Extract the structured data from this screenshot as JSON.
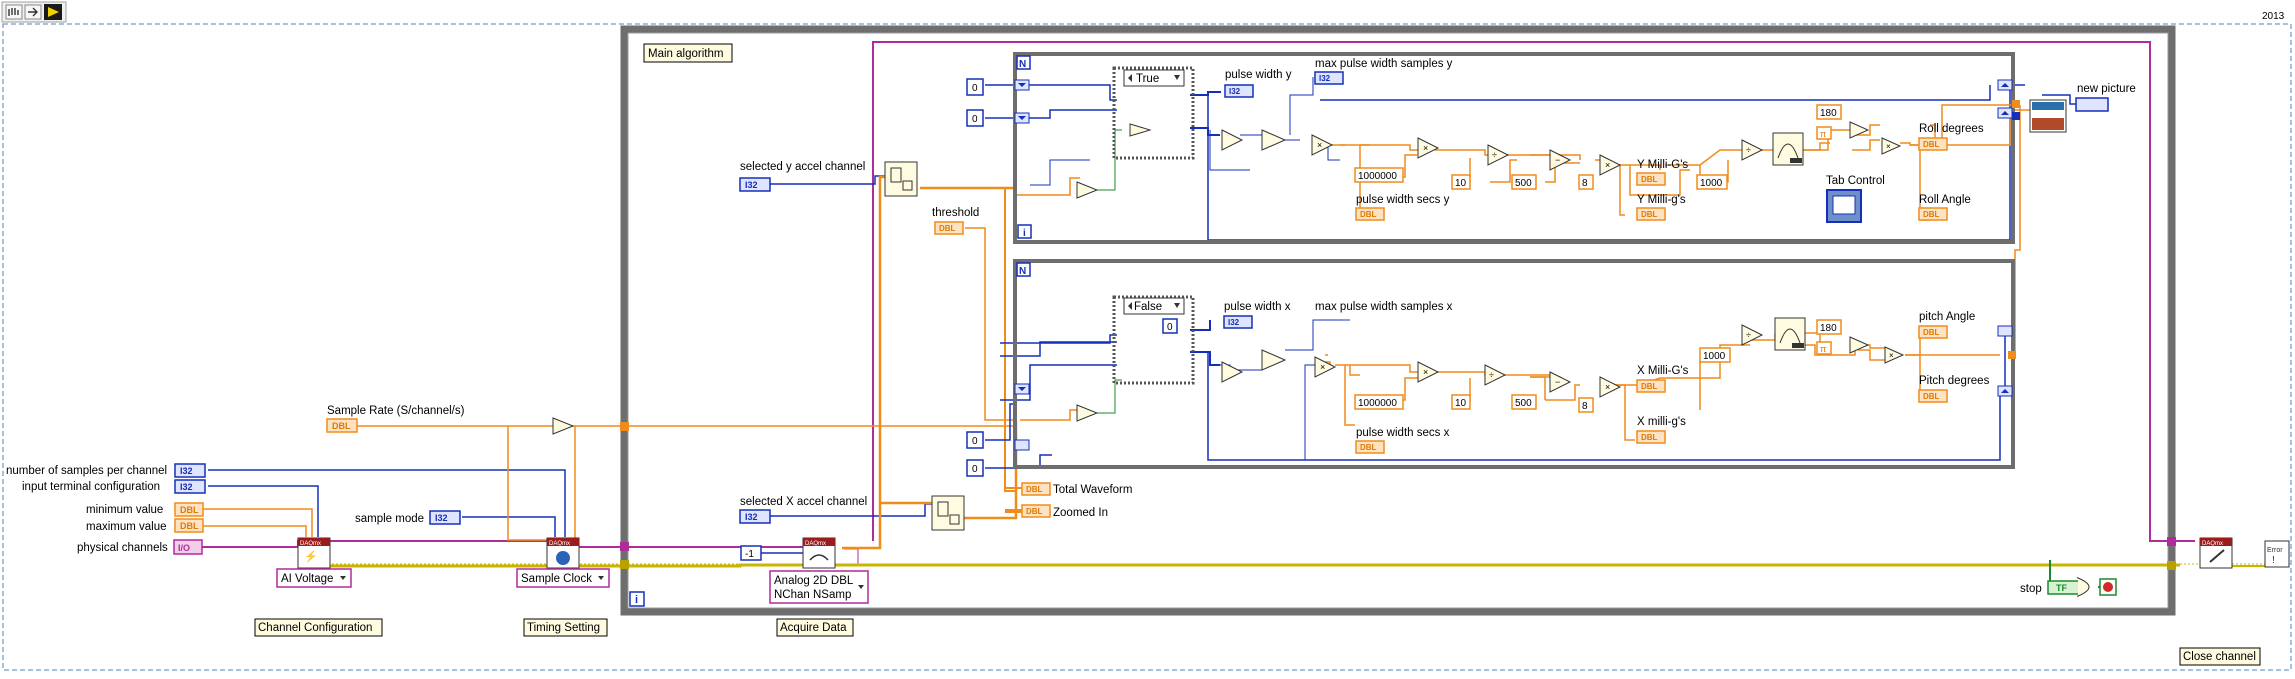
{
  "version": "2013",
  "toolbar": {
    "icons": [
      "hand-icon",
      "forward-arrow-icon",
      "run-arrow-icon"
    ]
  },
  "labels": {
    "main_algorithm": "Main algorithm",
    "channel_configuration": "Channel Configuration",
    "timing_setting": "Timing Setting",
    "acquire_data": "Acquire Data",
    "close_channel": "Close channel"
  },
  "controls": {
    "num_samples": {
      "label": "number of samples per channel",
      "type": "I32"
    },
    "input_terminal": {
      "label": "input terminal configuration",
      "type": "I32"
    },
    "minimum_value": {
      "label": "minimum value",
      "type": "DBL"
    },
    "maximum_value": {
      "label": "maximum value",
      "type": "DBL"
    },
    "physical_channels": {
      "label": "physical channels",
      "type": "I/O"
    },
    "sample_rate": {
      "label": "Sample Rate (S/channel/s)",
      "type": "DBL"
    },
    "sample_mode": {
      "label": "sample mode",
      "type": "I32"
    },
    "selected_y": {
      "label": "selected y accel channel",
      "type": "I32"
    },
    "selected_x": {
      "label": "selected X accel channel",
      "type": "I32"
    },
    "threshold": {
      "label": "threshold",
      "type": "DBL"
    },
    "stop": {
      "label": "stop",
      "type": "TF"
    }
  },
  "indicators": {
    "pulse_width_y": {
      "label": "pulse width y",
      "type": "I32"
    },
    "max_pulse_y": {
      "label": "max pulse width samples y",
      "type": "I32"
    },
    "pulse_width_secs_y": {
      "label": "pulse width secs y",
      "type": "DBL"
    },
    "y_milli_g_upper": {
      "label": "Y Milli-G's",
      "type": "DBL"
    },
    "y_milli_g_lower": {
      "label": "Y Milli-g's",
      "type": "DBL"
    },
    "roll_degrees": {
      "label": "Roll degrees",
      "type": "DBL"
    },
    "roll_angle": {
      "label": "Roll Angle",
      "type": "DBL"
    },
    "tab_control": {
      "label": "Tab Control"
    },
    "new_picture": {
      "label": "new picture"
    },
    "pulse_width_x": {
      "label": "pulse width x",
      "type": "I32"
    },
    "max_pulse_x": {
      "label": "max pulse width samples x"
    },
    "pulse_width_secs_x": {
      "label": "pulse width secs x",
      "type": "DBL"
    },
    "x_milli_g_upper": {
      "label": "X Milli-G's",
      "type": "DBL"
    },
    "x_milli_g_lower": {
      "label": "X milli-g's",
      "type": "DBL"
    },
    "pitch_angle": {
      "label": "pitch Angle",
      "type": "DBL"
    },
    "pitch_degrees": {
      "label": "Pitch degrees",
      "type": "DBL"
    },
    "total_waveform": {
      "label": "Total Waveform",
      "type": "DBL"
    },
    "zoomed_in": {
      "label": "Zoomed In",
      "type": "DBL"
    }
  },
  "constants": {
    "zero": "0",
    "million": "1000000",
    "ten": "10",
    "five_hundred": "500",
    "eight": "8",
    "thousand": "1000",
    "one_eighty": "180",
    "minus_one": "-1"
  },
  "case_structures": {
    "y_selector": "True",
    "x_selector": "False"
  },
  "loop_terminals": {
    "count": "N",
    "iteration": "i"
  },
  "daqmx": {
    "header": "DAQmx",
    "ai_voltage": "AI Voltage",
    "sample_clock": "Sample Clock",
    "read_line1": "Analog 2D DBL",
    "read_line2": "NChan NSamp",
    "error": "Error"
  },
  "wire_colors": {
    "orange": "#f08c1a",
    "blue": "#1530b8",
    "pink": "#b02c9c",
    "yellow": "#c9b400",
    "green": "#1b8a2a",
    "frame": "#6e6e6e"
  }
}
